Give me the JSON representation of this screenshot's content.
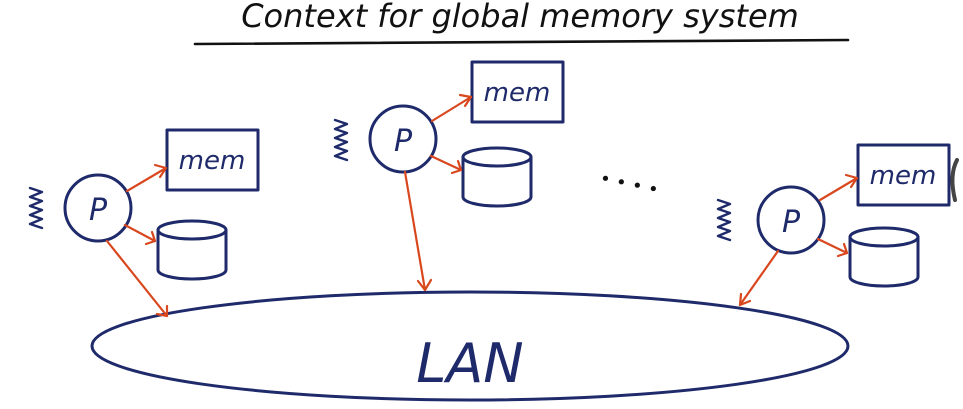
{
  "title": "Context for global memory system",
  "colors": {
    "ink": "#1f2a6b",
    "arrow": "#d9471e",
    "title_ink": "#111111"
  },
  "nodes": [
    {
      "processor_label": "P",
      "memory_label": "mem",
      "has_disk": true,
      "wavy_icon": "squiggle-icon"
    },
    {
      "processor_label": "P",
      "memory_label": "mem",
      "has_disk": true,
      "wavy_icon": "squiggle-icon"
    },
    {
      "processor_label": "P",
      "memory_label": "mem",
      "has_disk": true,
      "wavy_icon": "squiggle-icon"
    }
  ],
  "ellipsis": "• • • •",
  "network": {
    "label": "LAN"
  }
}
